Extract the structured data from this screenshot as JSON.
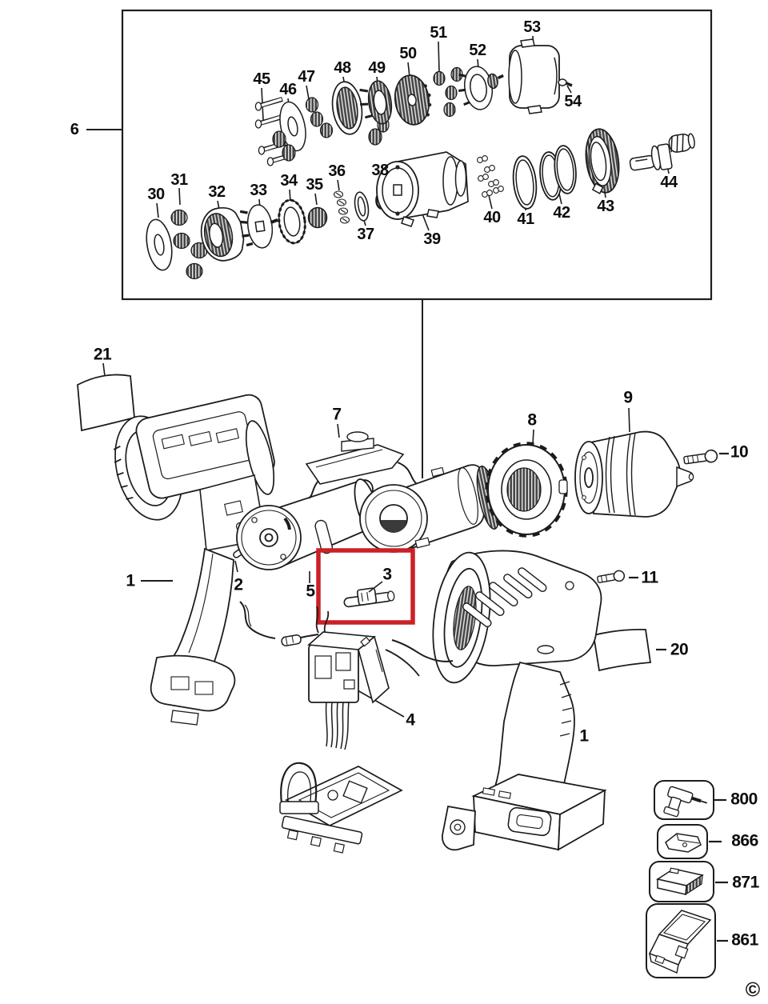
{
  "diagram_title": "Cordless drill exploded parts diagram",
  "highlight": {
    "color": "#cc2027",
    "highlighted_part": "3"
  },
  "inset_box": {
    "callout_label": "6",
    "part_numbers": [
      "30",
      "31",
      "32",
      "33",
      "34",
      "35",
      "36",
      "37",
      "38",
      "39",
      "40",
      "41",
      "42",
      "43",
      "44",
      "45",
      "46",
      "47",
      "48",
      "49",
      "50",
      "51",
      "52",
      "53",
      "54"
    ]
  },
  "main_view": {
    "part_numbers": [
      "1",
      "2",
      "3",
      "4",
      "5",
      "7",
      "8",
      "9",
      "10",
      "11",
      "20",
      "21"
    ]
  },
  "accessories": {
    "items": [
      {
        "number": "800",
        "icon": "drill-unit-icon"
      },
      {
        "number": "866",
        "icon": "charger-icon"
      },
      {
        "number": "871",
        "icon": "battery-icon"
      },
      {
        "number": "861",
        "icon": "kitbox-icon"
      }
    ]
  },
  "labels": {
    "n6": "6",
    "n30": "30",
    "n31": "31",
    "n32": "32",
    "n33": "33",
    "n34": "34",
    "n35": "35",
    "n36": "36",
    "n37": "37",
    "n38": "38",
    "n39": "39",
    "n40": "40",
    "n41": "41",
    "n42": "42",
    "n43": "43",
    "n44": "44",
    "n45": "45",
    "n46": "46",
    "n47": "47",
    "n48": "48",
    "n49": "49",
    "n50": "50",
    "n51": "51",
    "n52": "52",
    "n53": "53",
    "n54": "54",
    "n1L": "1",
    "n1R": "1",
    "n2": "2",
    "n3": "3",
    "n4": "4",
    "n5": "5",
    "n7": "7",
    "n8": "8",
    "n9": "9",
    "n10": "10",
    "n11": "11",
    "n20": "20",
    "n21": "21",
    "n800": "800",
    "n866": "866",
    "n871": "871",
    "n861": "861",
    "copyright": "©"
  }
}
